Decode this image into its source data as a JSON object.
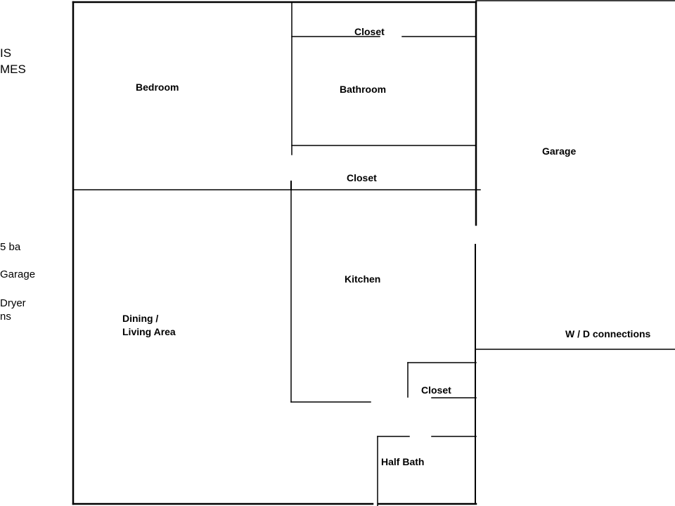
{
  "colors": {
    "background": "#ffffff",
    "ink": "#000000"
  },
  "sidebar": {
    "title_line1": "IS",
    "title_line2": "MES",
    "baths": "5 ba",
    "garage": "Garage",
    "dryer_line1": "Dryer",
    "dryer_line2": "ns"
  },
  "rooms": {
    "bedroom": "Bedroom",
    "bathroom": "Bathroom",
    "closet_top": "Closet",
    "closet_hall": "Closet",
    "garage": "Garage",
    "kitchen": "Kitchen",
    "dining_line1": "Dining /",
    "dining_line2": "Living Area",
    "wd_connections": "W / D connections",
    "closet_small": "Closet",
    "half_bath": "Half Bath"
  }
}
